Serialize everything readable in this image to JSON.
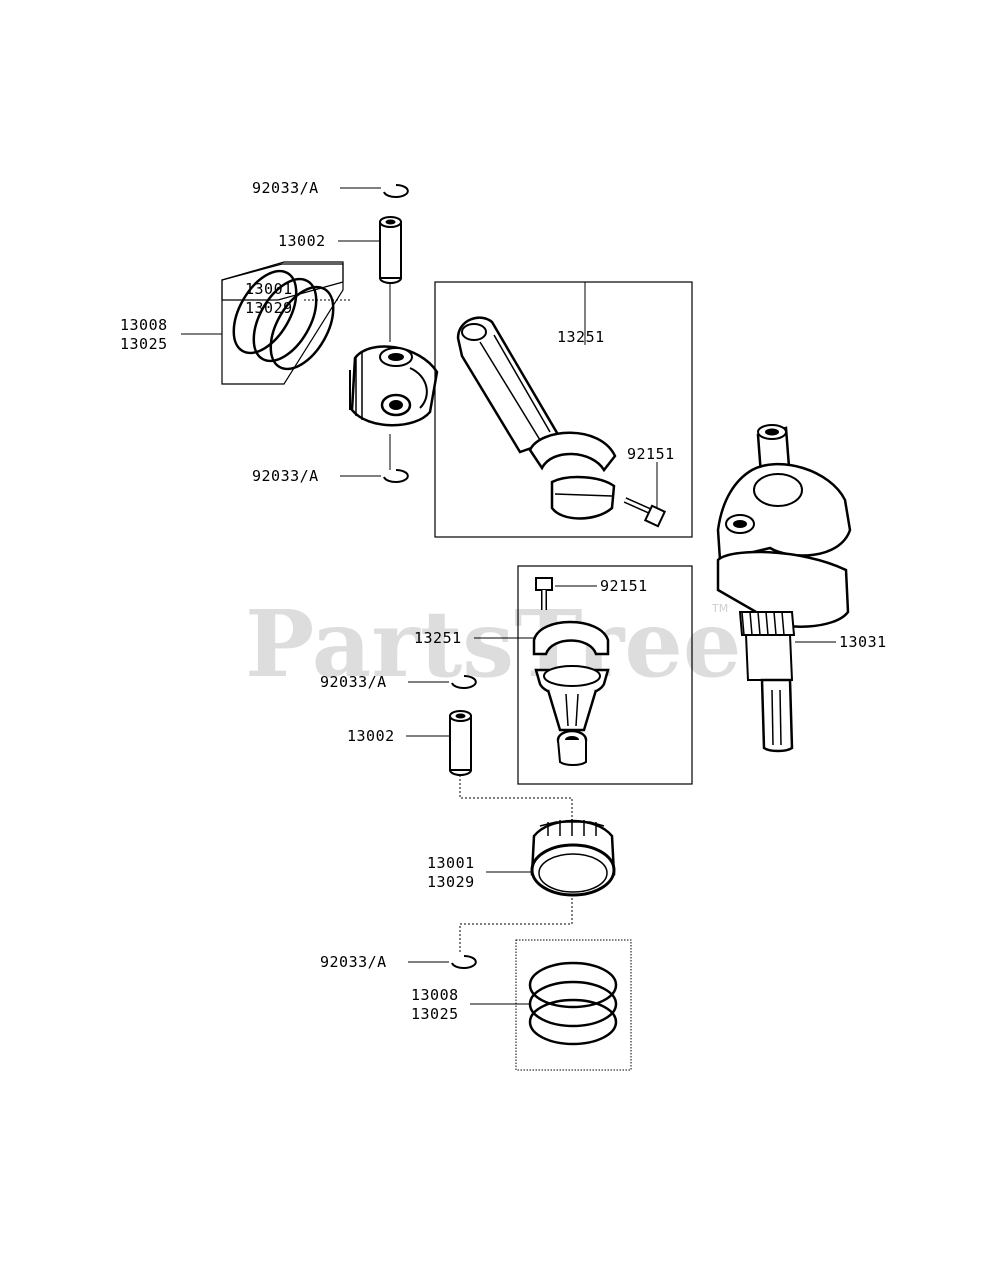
{
  "watermark": {
    "text": "PartsTree",
    "trademark": "TM"
  },
  "labels": {
    "top_clip_upper": "92033/A",
    "top_pin": "13002",
    "top_rings_a": "13008",
    "top_rings_b": "13025",
    "top_rod": "13251",
    "top_piston_a": "13001",
    "top_piston_b": "13029",
    "top_bolt": "92151",
    "top_clip_lower": "92033/A",
    "bottom_bolt": "92151",
    "bottom_rod": "13251",
    "crankshaft": "13031",
    "bottom_clip_upper": "92033/A",
    "bottom_pin": "13002",
    "bottom_piston_a": "13001",
    "bottom_piston_b": "13029",
    "bottom_clip_lower": "92033/A",
    "bottom_rings_a": "13008",
    "bottom_rings_b": "13025"
  }
}
